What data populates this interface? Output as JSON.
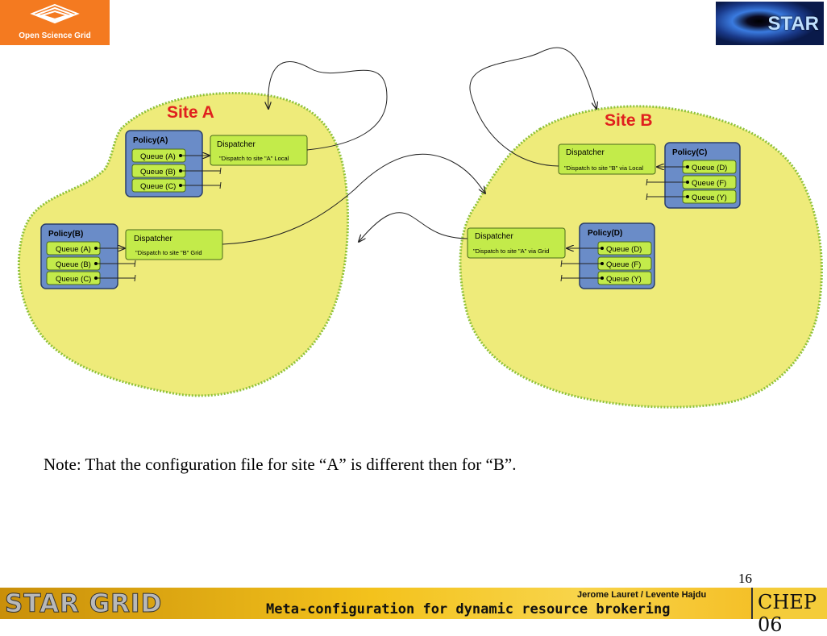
{
  "header": {
    "left_logo": "Open Science Grid",
    "right_logo": "STAR"
  },
  "diagram": {
    "site_a": {
      "title": "Site A",
      "policy_a": {
        "title": "Policy(A)",
        "queues": [
          "Queue (A)",
          "Queue (B)",
          "Queue (C)"
        ]
      },
      "dispatcher_a": {
        "title": "Dispatcher",
        "text": "\"Dispatch to site \"A\" Local"
      },
      "policy_b": {
        "title": "Policy(B)",
        "queues": [
          "Queue (A)",
          "Queue (B)",
          "Queue (C)"
        ]
      },
      "dispatcher_b": {
        "title": "Dispatcher",
        "text": "\"Dispatch to site \"B\" Grid"
      }
    },
    "site_b": {
      "title": "Site B",
      "policy_c": {
        "title": "Policy(C)",
        "queues": [
          "Queue (D)",
          "Queue (F)",
          "Queue (Y)"
        ]
      },
      "dispatcher_c": {
        "title": "Dispatcher",
        "text": "\"Dispatch to site \"B\" via Local"
      },
      "policy_d": {
        "title": "Policy(D)",
        "queues": [
          "Queue (D)",
          "Queue (F)",
          "Queue (Y)"
        ]
      },
      "dispatcher_d": {
        "title": "Dispatcher",
        "text": "\"Dispatch to site \"A\" via Grid"
      }
    },
    "colors": {
      "blob_fill": "#eeeb7a",
      "blob_border": "#8fc23a",
      "policy_fill": "#6a8cc8",
      "queue_fill": "#c3eb4a",
      "dispatcher_fill": "#c3eb4a",
      "site_title": "#e0201e"
    }
  },
  "note": "Note: That the configuration file for site “A” is different then for “B”.",
  "page_number": "16",
  "footer": {
    "brand": "STAR GRID",
    "authors": "Jerome Lauret  /  Levente Hajdu",
    "subtitle": "Meta-configuration for dynamic resource brokering",
    "conference": "CHEP 06"
  }
}
